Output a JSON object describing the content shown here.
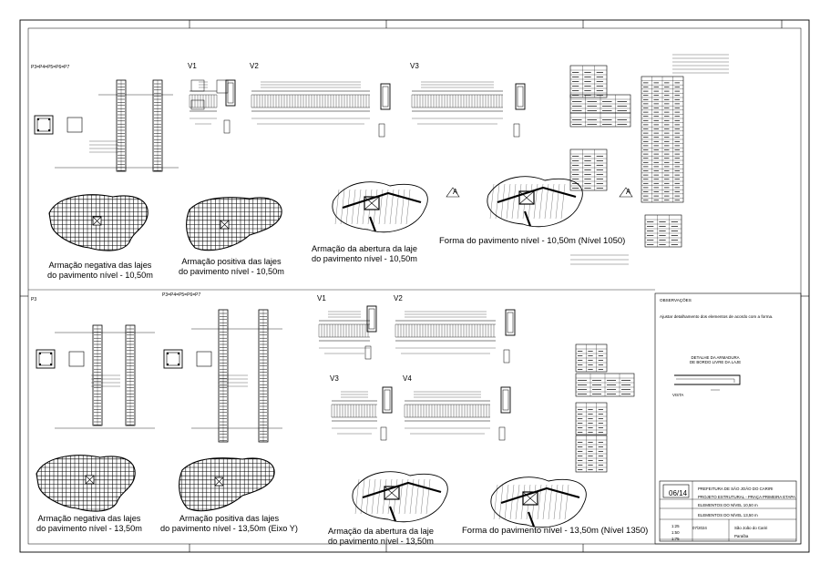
{
  "top": {
    "pillars_label": "P3=P4=P5=P6=P7",
    "beams": [
      "V1",
      "V2",
      "V3"
    ],
    "titles": {
      "neg": [
        "Armação negativa das lajes",
        "do pavimento nível - 10,50m"
      ],
      "pos": [
        "Armação positiva das lajes",
        "do pavimento nível - 10,50m"
      ],
      "opening": [
        "Armação da abertura da laje",
        "do pavimento nível - 10,50m"
      ],
      "form": "Forma do pavimento nível - 10,50m (Nível 1050)"
    },
    "section_marks": [
      "A",
      "A"
    ]
  },
  "bottom": {
    "pillars_label": "P3",
    "pillars_label_2": "P3=P4=P5=P6=P7",
    "beams": [
      "V1",
      "V2",
      "V3",
      "V4"
    ],
    "titles": {
      "neg": [
        "Armação negativa das lajes",
        "do pavimento nível - 13,50m"
      ],
      "pos": "Armação positiva das lajes",
      "pos2": "do pavimento nível - 13,50m (Eixo Y)",
      "opening": [
        "Armação da abertura da laje",
        "do pavimento nível - 13,50m"
      ],
      "form": "Forma do pavimento nível - 13,50m (Nível 1350)"
    }
  },
  "observations": {
    "heading": "OBSERVAÇÕES",
    "text": "Ajustar detalhamento dos elementos de acordo com a forma.",
    "detail_title": [
      "DETALHE DA ARMADURA",
      "DE BORDO LIVRE DA LAJE"
    ],
    "detail_label": "VISTA"
  },
  "title_block": {
    "sheet": "06/14",
    "client": "PREFEITURA DE SÃO JOÃO DO CARIRI",
    "project": "PROJETO ESTRUTURAL - PRAÇA PRIMEIRA ETAPA",
    "content_1": "ELEMENTOS DO NÍVEL 10,50 m",
    "content_2": "ELEMENTOS DO NÍVEL 13,50 m",
    "scales": [
      "1:25",
      "1:50",
      "1:75"
    ],
    "date": "07/2024",
    "place": "São João do Cariri",
    "state": "Paraíba"
  },
  "colors": {
    "ink": "#000000",
    "paper": "#ffffff",
    "hatch": "#222222"
  }
}
